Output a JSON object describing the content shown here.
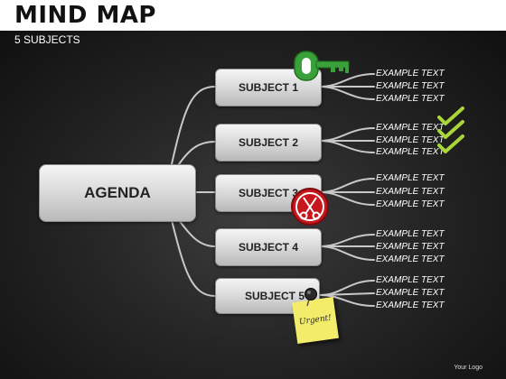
{
  "header": {
    "title": "MIND MAP",
    "subtitle": "5 SUBJECTS"
  },
  "center": {
    "label": "AGENDA"
  },
  "subjects": [
    {
      "label": "SUBJECT 1",
      "items": [
        "EXAMPLE  TEXT",
        "EXAMPLE  TEXT",
        "EXAMPLE  TEXT"
      ]
    },
    {
      "label": "SUBJECT 2",
      "items": [
        "EXAMPLE  TEXT",
        "EXAMPLE  TEXT",
        "EXAMPLE  TEXT"
      ]
    },
    {
      "label": "SUBJECT 3",
      "items": [
        "EXAMPLE  TEXT",
        "EXAMPLE  TEXT",
        "EXAMPLE  TEXT"
      ]
    },
    {
      "label": "SUBJECT 4",
      "items": [
        "EXAMPLE  TEXT",
        "EXAMPLE  TEXT",
        "EXAMPLE  TEXT"
      ]
    },
    {
      "label": "SUBJECT 5",
      "items": [
        "EXAMPLE  TEXT",
        "EXAMPLE  TEXT",
        "EXAMPLE  TEXT"
      ]
    }
  ],
  "sticky_note": {
    "text": "Urgent!"
  },
  "footer": {
    "logo": "Your Logo"
  },
  "icons": [
    "key-icon",
    "checkmark-icon",
    "scissors-icon",
    "pushpin-icon",
    "sticky-note-icon"
  ],
  "colors": {
    "connector": "#c8c8c8",
    "key": "#3aa03a",
    "checkmark": "#a9d63b",
    "scissors_badge": "#c8161d",
    "sticky_note": "#f2ec6a"
  }
}
